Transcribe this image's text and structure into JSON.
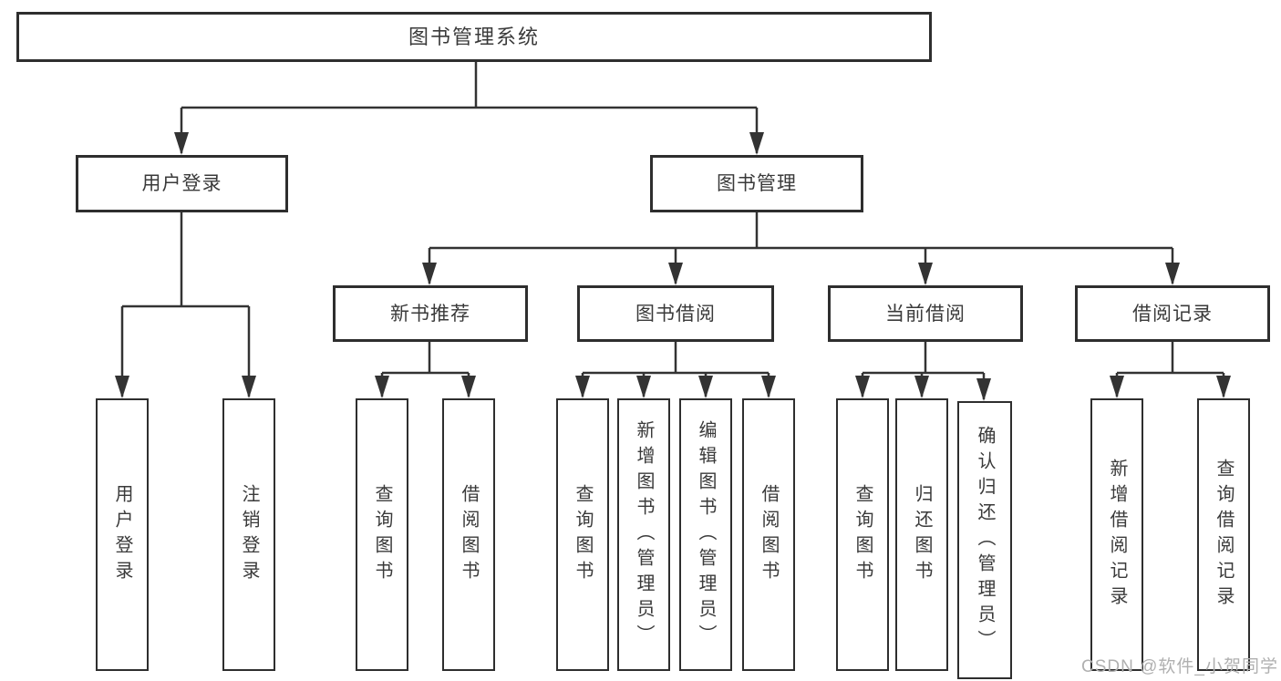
{
  "diagram": {
    "title": "图书管理系统",
    "root": {
      "label": "图书管理系统"
    },
    "level2": [
      {
        "label": "用户登录"
      },
      {
        "label": "图书管理"
      }
    ],
    "level3": [
      {
        "label": "新书推荐"
      },
      {
        "label": "图书借阅"
      },
      {
        "label": "当前借阅"
      },
      {
        "label": "借阅记录"
      }
    ],
    "leaves": {
      "user_login": [
        "用户登录",
        "注销登录"
      ],
      "new_book_rec": [
        "查询图书",
        "借阅图书"
      ],
      "book_borrow": [
        "查询图书",
        "新增图书（管理员）",
        "编辑图书（管理员）",
        "借阅图书"
      ],
      "current_borrow": [
        "查询图书",
        "归还图书",
        "确认归还（管理员）"
      ],
      "borrow_records": [
        "新增借阅记录",
        "查询借阅记录"
      ]
    },
    "watermark": "CSDN @软件_小贺同学",
    "colors": {
      "line": "#333333",
      "border": "#2e2e2e",
      "text": "#3a3a3a",
      "watermark": "#b0b0b0",
      "background": "#ffffff"
    }
  }
}
